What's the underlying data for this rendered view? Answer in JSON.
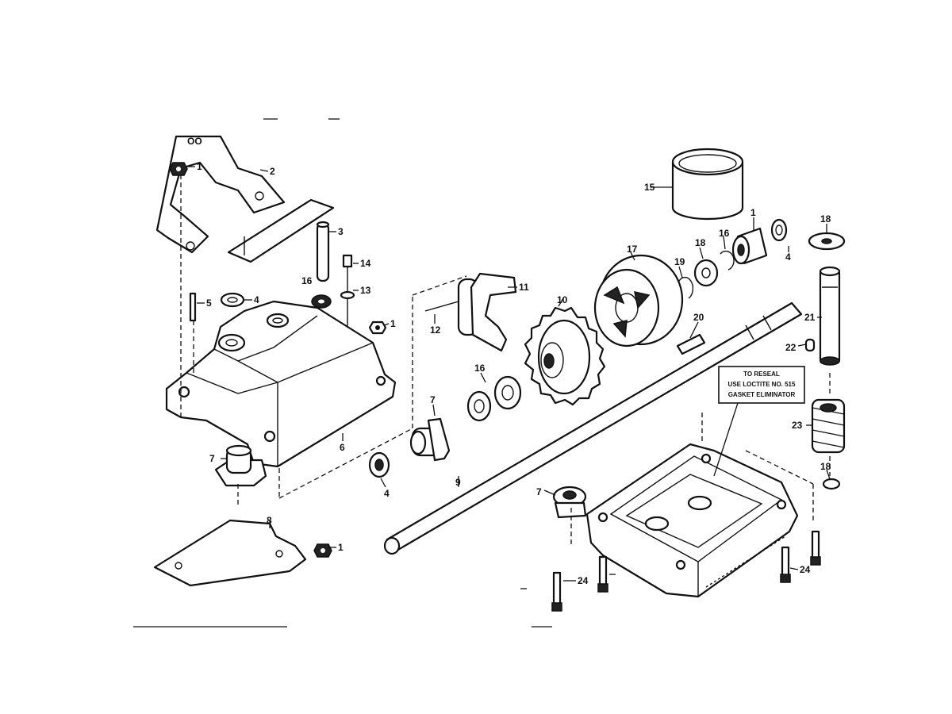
{
  "diagram": {
    "callouts": {
      "p1_top": "1",
      "p2": "2",
      "p3": "3",
      "p4_left": "4",
      "p5": "5",
      "p16_left": "16",
      "p13": "13",
      "p14": "14",
      "p1_mid": "1",
      "p6": "6",
      "p7_left": "7",
      "p8": "8",
      "p1_bottom": "1",
      "p12": "12",
      "p11": "11",
      "p10": "10",
      "p7_center": "7",
      "p4_center": "4",
      "p9": "9",
      "p19_top": "19",
      "p1_right": "1",
      "p4_right": "4",
      "p18": "18",
      "p16_right": "16",
      "p15": "15",
      "p17": "17",
      "p20": "20",
      "p18_right": "18",
      "p21": "21",
      "p22": "22",
      "p23": "23",
      "p18_low": "18",
      "p7_right": "7",
      "p24_a": "24",
      "p24_b": "24"
    },
    "note": {
      "line1": "TO RESEAL",
      "line2": "USE LOCTITE NO. 515",
      "line3": "GASKET ELIMINATOR"
    }
  }
}
